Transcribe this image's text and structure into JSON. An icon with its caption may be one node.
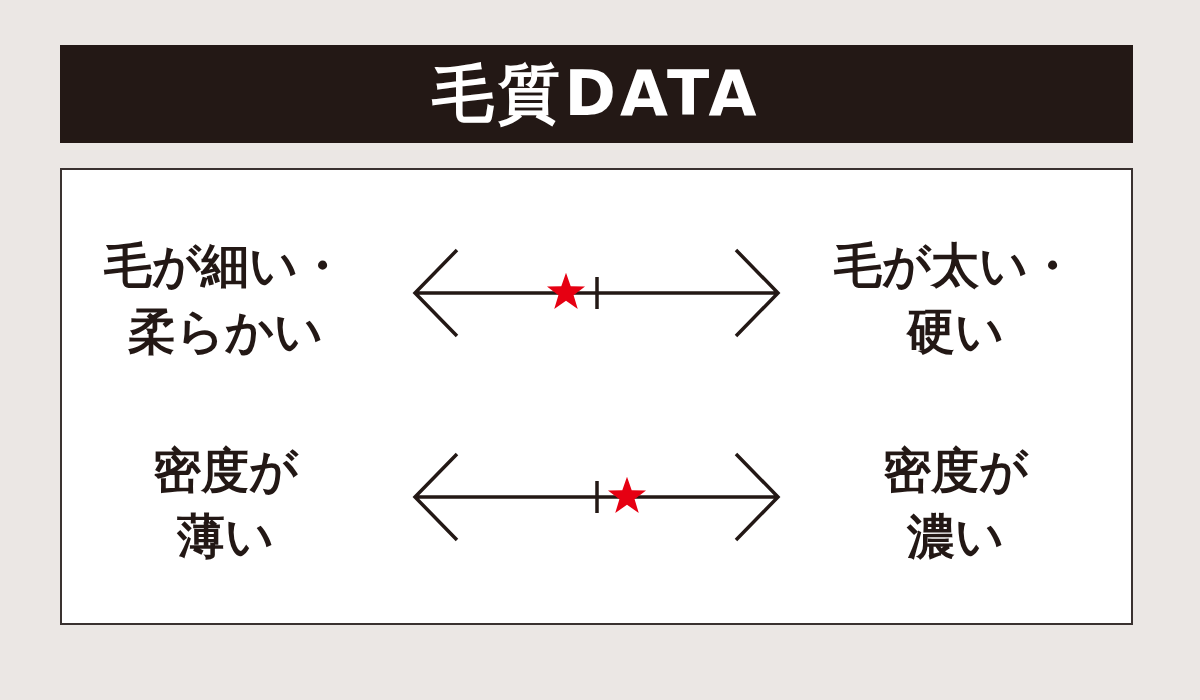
{
  "diagram": {
    "title": "毛質DATA",
    "labels": [
      "毛が細い・柔らかい",
      "毛が太い・硬い",
      "密度が薄い",
      "密度が濃い"
    ]
  }
}
